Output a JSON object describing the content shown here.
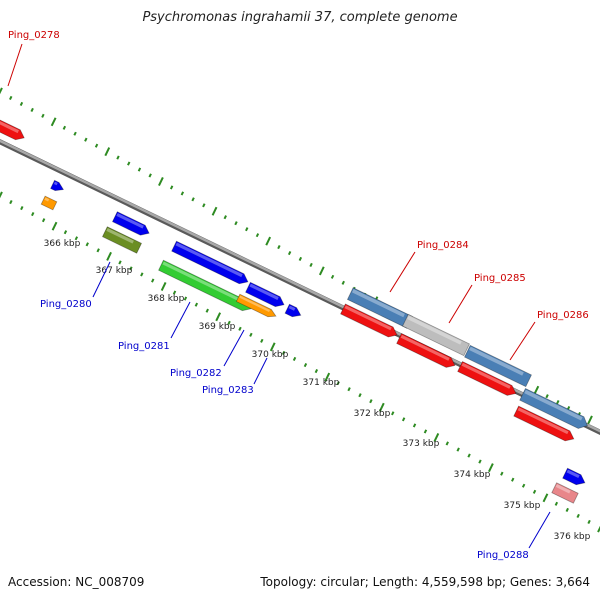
{
  "title": "Psychromonas ingrahamii 37, complete genome",
  "footer": {
    "accession": "Accession: NC_008709",
    "topology": "Topology: circular; Length: 4,559,598 bp; Genes: 3,664"
  },
  "colors": {
    "backbone": "#808080",
    "tick": "#2e8b22",
    "label_red": "#cc0000",
    "label_blue": "#0000cc",
    "blue": "#0000ee",
    "red": "#ee1111",
    "steel_blue": "#4a7fb5",
    "grey": "#bdbdbd",
    "green": "#33cc33",
    "olive": "#6b8e23",
    "orange": "#ff9900",
    "pink": "#e8868a"
  },
  "scale_labels": [
    "366 kbp",
    "367 kbp",
    "368 kbp",
    "369 kbp",
    "370 kbp",
    "371 kbp",
    "372 kbp",
    "373 kbp",
    "374 kbp",
    "375 kbp",
    "376 kbp"
  ],
  "gene_labels": [
    {
      "name": "Ping_0278",
      "color": "red"
    },
    {
      "name": "Ping_0280",
      "color": "blue"
    },
    {
      "name": "Ping_0281",
      "color": "blue"
    },
    {
      "name": "Ping_0282",
      "color": "blue"
    },
    {
      "name": "Ping_0283",
      "color": "blue"
    },
    {
      "name": "Ping_0284",
      "color": "red"
    },
    {
      "name": "Ping_0285",
      "color": "red"
    },
    {
      "name": "Ping_0286",
      "color": "red"
    },
    {
      "name": "Ping_0288",
      "color": "blue"
    }
  ]
}
